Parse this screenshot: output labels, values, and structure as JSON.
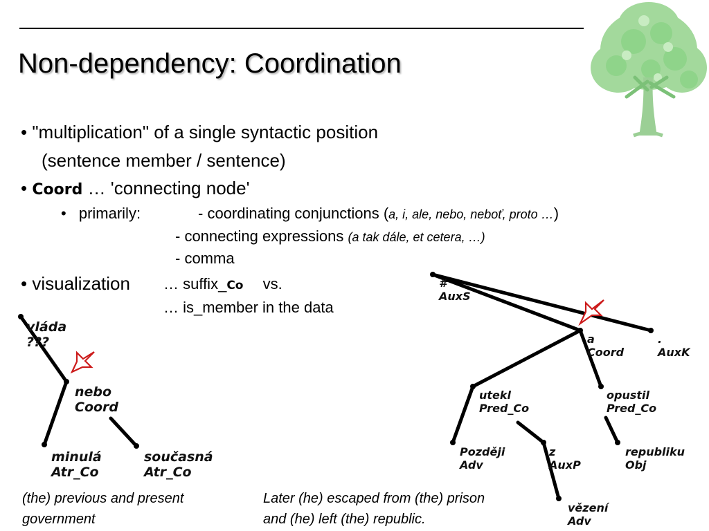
{
  "slide": {
    "title": "Non-dependency: Coordination",
    "bullet1_line1": "• \"multiplication\" of a single syntactic position",
    "bullet1_line2": "(sentence member / sentence)",
    "bullet2_prefix": "•",
    "bullet2_coord": "Coord",
    "bullet2_rest": "… 'connecting node'",
    "sub_bullet": "•",
    "sub_primarily": "primarily:",
    "sub_line1_text": "- coordinating conjunctions (",
    "sub_line1_italic": "a, i, ale, nebo, neboť, proto …",
    "sub_line1_close": ")",
    "sub_line2_text": "- connecting expressions",
    "sub_line2_italic": "(a tak dále, et cetera, …)",
    "sub_line3_text": "- comma",
    "bullet3_label": "• visualization",
    "bullet3_suffix_pre": "… suffix_",
    "bullet3_suffix_co": "Co",
    "bullet3_vs": "vs.",
    "bullet3_line2": "… is_member in the data"
  },
  "left_tree": {
    "nodes": [
      {
        "id": "vlada",
        "word": "vláda",
        "tag": "???"
      },
      {
        "id": "nebo",
        "word": "nebo",
        "tag": "Coord"
      },
      {
        "id": "minula",
        "word": "minulá",
        "tag": "Atr_Co"
      },
      {
        "id": "soucasna",
        "word": "současná",
        "tag": "Atr_Co"
      }
    ],
    "caption_line1": "(the) previous and present",
    "caption_line2": "government"
  },
  "right_tree": {
    "nodes": [
      {
        "id": "root",
        "word": "#",
        "tag": "AuxS"
      },
      {
        "id": "a",
        "word": "a",
        "tag": "Coord"
      },
      {
        "id": "dot",
        "word": ".",
        "tag": "AuxK"
      },
      {
        "id": "utekl",
        "word": "utekl",
        "tag": "Pred_Co"
      },
      {
        "id": "opustil",
        "word": "opustil",
        "tag": "Pred_Co"
      },
      {
        "id": "pozdeji",
        "word": "Později",
        "tag": "Adv"
      },
      {
        "id": "z",
        "word": "z",
        "tag": "AuxP"
      },
      {
        "id": "republiku",
        "word": "republiku",
        "tag": "Obj"
      },
      {
        "id": "vezeni",
        "word": "vězení",
        "tag": "Adv"
      }
    ],
    "caption_line1": "Later (he) escaped from (the) prison",
    "caption_line2": "and (he) left (the) republic."
  },
  "colors": {
    "arrow": "#cc1b1b",
    "tree_foliage": "#8fd48a",
    "tree_trunk": "#9bcf95"
  },
  "icons": [
    "tree-icon",
    "arrow-icon"
  ]
}
